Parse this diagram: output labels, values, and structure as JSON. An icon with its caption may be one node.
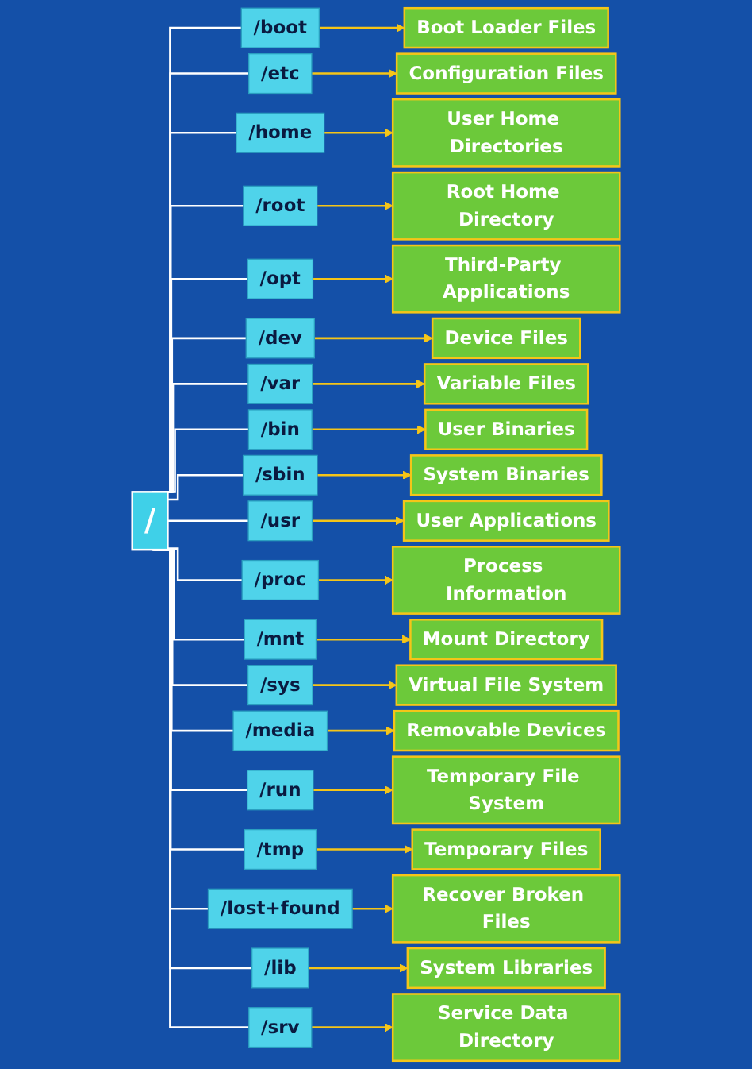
{
  "diagram": {
    "nodes": [
      {
        "text": [
          "/"
        ]
      },
      {
        "text": [
          "/boot"
        ]
      },
      {
        "text": [
          "Boot Loader Files"
        ]
      },
      {
        "text": [
          "/etc"
        ]
      },
      {
        "text": [
          "Configuration Files"
        ]
      },
      {
        "text": [
          "/home"
        ]
      },
      {
        "text": [
          "User Home Directories"
        ]
      },
      {
        "text": [
          "/root"
        ]
      },
      {
        "text": [
          "Root Home Directory"
        ]
      },
      {
        "text": [
          "/opt"
        ]
      },
      {
        "text": [
          "Third-Party Applications"
        ]
      },
      {
        "text": [
          "/dev"
        ]
      },
      {
        "text": [
          "Device Files"
        ]
      },
      {
        "text": [
          "/var"
        ]
      },
      {
        "text": [
          "Variable Files"
        ]
      },
      {
        "text": [
          "/bin"
        ]
      },
      {
        "text": [
          "User Binaries"
        ]
      },
      {
        "text": [
          "/sbin"
        ]
      },
      {
        "text": [
          "System Binaries"
        ]
      },
      {
        "text": [
          "/usr"
        ]
      },
      {
        "text": [
          "User Applications"
        ]
      },
      {
        "text": [
          "/proc"
        ]
      },
      {
        "text": [
          "Process Information"
        ]
      },
      {
        "text": [
          "/mnt"
        ]
      },
      {
        "text": [
          "Mount Directory"
        ]
      },
      {
        "text": [
          "/sys"
        ]
      },
      {
        "text": [
          "Virtual File System"
        ]
      },
      {
        "text": [
          "/media"
        ]
      },
      {
        "text": [
          "Removable Devices"
        ]
      },
      {
        "text": [
          "/run"
        ]
      },
      {
        "text": [
          "Temporary File System"
        ]
      },
      {
        "text": [
          "/tmp"
        ]
      },
      {
        "text": [
          "Temporary Files"
        ]
      },
      {
        "text": [
          "/lost+found"
        ]
      },
      {
        "text": [
          "Recover Broken Files"
        ]
      },
      {
        "text": [
          "/lib"
        ]
      },
      {
        "text": [
          "System Libraries"
        ]
      },
      {
        "text": [
          "/srv"
        ]
      },
      {
        "text": [
          "Service Data Directory"
        ]
      }
    ],
    "edges": [
      {
        "from": 0,
        "to": 1,
        "arrow": "none",
        "color": "#ffffff"
      },
      {
        "from": 1,
        "to": 2,
        "arrow": "to",
        "color": "#f5c518"
      },
      {
        "from": 0,
        "to": 3,
        "arrow": "none",
        "color": "#ffffff"
      },
      {
        "from": 3,
        "to": 4,
        "arrow": "to",
        "color": "#f5c518"
      },
      {
        "from": 0,
        "to": 5,
        "arrow": "none",
        "color": "#ffffff"
      },
      {
        "from": 5,
        "to": 6,
        "arrow": "to",
        "color": "#f5c518"
      },
      {
        "from": 0,
        "to": 7,
        "arrow": "none",
        "color": "#ffffff"
      },
      {
        "from": 7,
        "to": 8,
        "arrow": "to",
        "color": "#f5c518"
      },
      {
        "from": 0,
        "to": 9,
        "arrow": "none",
        "color": "#ffffff"
      },
      {
        "from": 9,
        "to": 10,
        "arrow": "to",
        "color": "#f5c518"
      },
      {
        "from": 0,
        "to": 11,
        "arrow": "none",
        "color": "#ffffff"
      },
      {
        "from": 11,
        "to": 12,
        "arrow": "to",
        "color": "#f5c518"
      },
      {
        "from": 0,
        "to": 13,
        "arrow": "none",
        "color": "#ffffff"
      },
      {
        "from": 13,
        "to": 14,
        "arrow": "to",
        "color": "#f5c518"
      },
      {
        "from": 0,
        "to": 15,
        "arrow": "none",
        "color": "#ffffff"
      },
      {
        "from": 15,
        "to": 16,
        "arrow": "to",
        "color": "#f5c518"
      },
      {
        "from": 0,
        "to": 17,
        "arrow": "none",
        "color": "#ffffff"
      },
      {
        "from": 17,
        "to": 18,
        "arrow": "to",
        "color": "#f5c518"
      },
      {
        "from": 0,
        "to": 19,
        "arrow": "none",
        "color": "#ffffff"
      },
      {
        "from": 19,
        "to": 20,
        "arrow": "to",
        "color": "#f5c518"
      },
      {
        "from": 0,
        "to": 21,
        "arrow": "none",
        "color": "#ffffff"
      },
      {
        "from": 21,
        "to": 22,
        "arrow": "to",
        "color": "#f5c518"
      },
      {
        "from": 0,
        "to": 23,
        "arrow": "none",
        "color": "#ffffff"
      },
      {
        "from": 23,
        "to": 24,
        "arrow": "to",
        "color": "#f5c518"
      },
      {
        "from": 0,
        "to": 25,
        "arrow": "none",
        "color": "#ffffff"
      },
      {
        "from": 25,
        "to": 26,
        "arrow": "to",
        "color": "#f5c518"
      },
      {
        "from": 0,
        "to": 27,
        "arrow": "none",
        "color": "#ffffff"
      },
      {
        "from": 27,
        "to": 28,
        "arrow": "to",
        "color": "#f5c518"
      },
      {
        "from": 0,
        "to": 29,
        "arrow": "none",
        "color": "#ffffff"
      },
      {
        "from": 29,
        "to": 30,
        "arrow": "to",
        "color": "#f5c518"
      },
      {
        "from": 0,
        "to": 31,
        "arrow": "none",
        "color": "#ffffff"
      },
      {
        "from": 31,
        "to": 32,
        "arrow": "to",
        "color": "#f5c518"
      },
      {
        "from": 0,
        "to": 33,
        "arrow": "none",
        "color": "#ffffff"
      },
      {
        "from": 33,
        "to": 34,
        "arrow": "to",
        "color": "#f5c518"
      },
      {
        "from": 0,
        "to": 35,
        "arrow": "none",
        "color": "#ffffff"
      },
      {
        "from": 35,
        "to": 36,
        "arrow": "to",
        "color": "#f5c518"
      },
      {
        "from": 0,
        "to": 37,
        "arrow": "none",
        "color": "#ffffff"
      },
      {
        "from": 37,
        "to": 38,
        "arrow": "to",
        "color": "#f5c518"
      }
    ]
  }
}
